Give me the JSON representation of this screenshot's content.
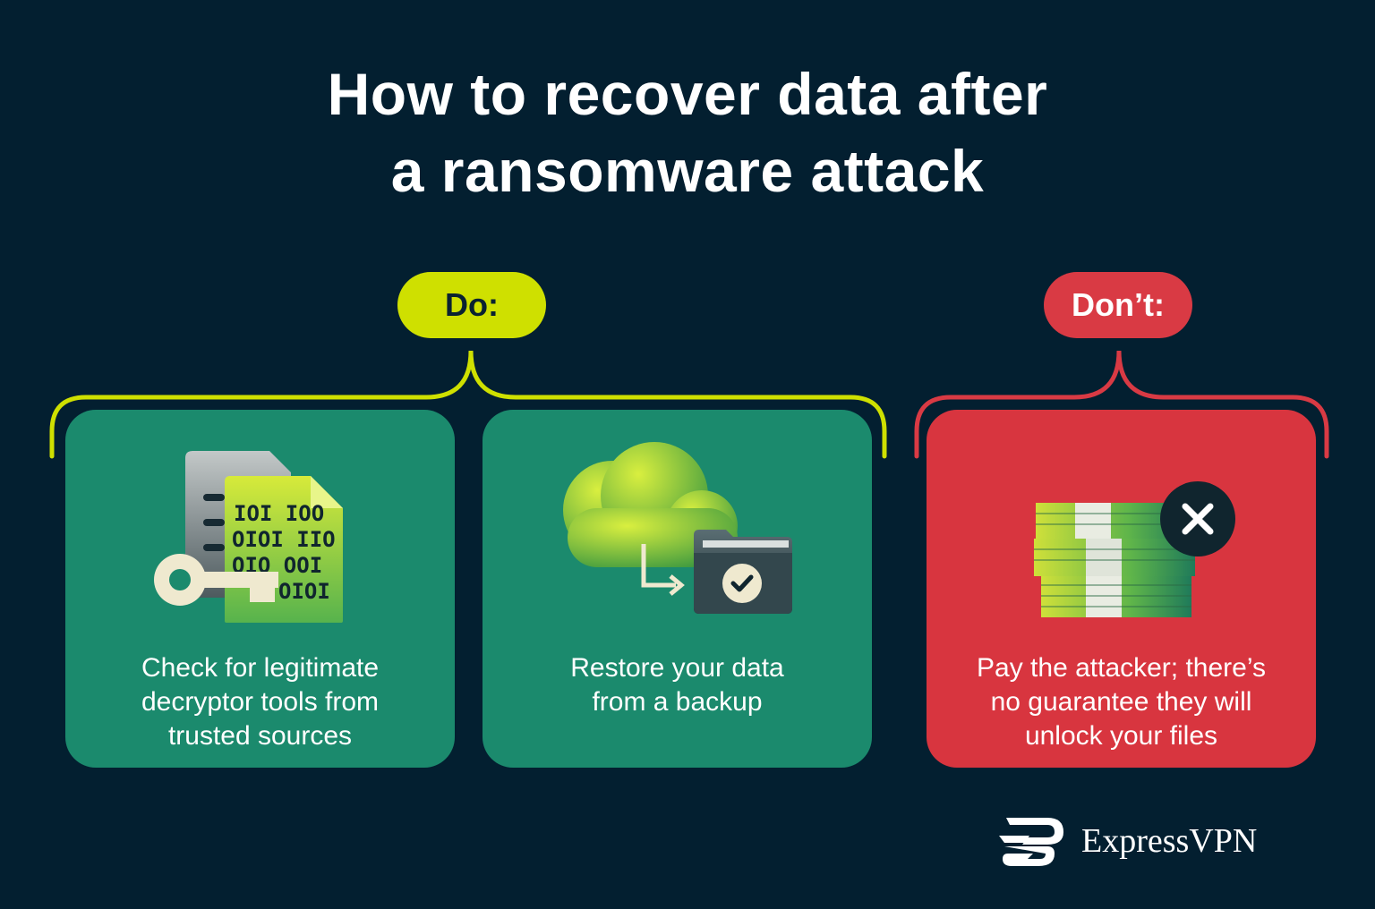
{
  "title": {
    "line1": "How to recover data after",
    "line2": "a ransomware attack"
  },
  "do_label": "Do:",
  "dont_label": "Don’t:",
  "cards": [
    {
      "kind": "do",
      "icon": "decryptor-key-file-icon",
      "lines": [
        "Check for legitimate",
        "decryptor tools from",
        "trusted sources"
      ],
      "binary_rows": [
        "IOI IOO",
        "OIOI IIO",
        "OIO OOI",
        "OIOI"
      ]
    },
    {
      "kind": "do",
      "icon": "cloud-backup-folder-icon",
      "lines": [
        "Restore your data",
        "from a backup"
      ]
    },
    {
      "kind": "dont",
      "icon": "cash-stack-cross-icon",
      "lines": [
        "Pay the attacker; there’s",
        "no guarantee they will",
        "unlock your files"
      ]
    }
  ],
  "brand": {
    "name": "ExpressVPN",
    "icon": "expressvpn-logo-icon"
  },
  "colors": {
    "background": "#031f30",
    "do_accent": "#cfe000",
    "dont_accent": "#d93a44",
    "do_card": "#1b8a6d",
    "dont_card": "#d8353f",
    "text": "#ffffff"
  }
}
